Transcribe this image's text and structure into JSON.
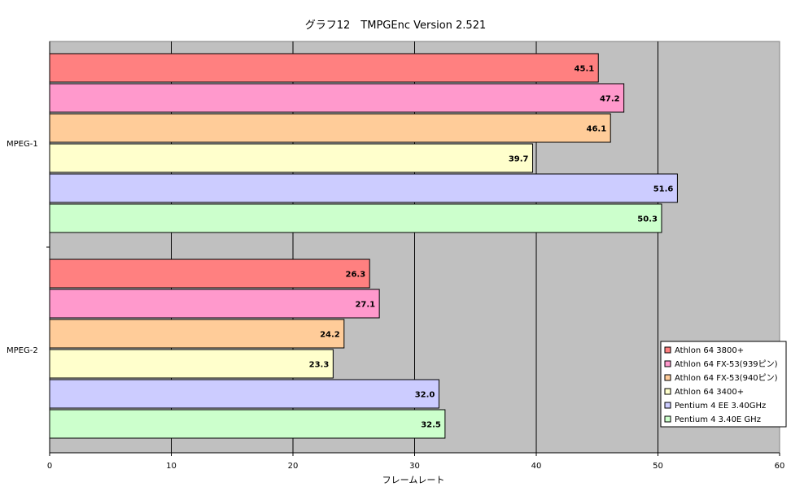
{
  "chart_data": {
    "type": "bar",
    "orientation": "horizontal",
    "title": "グラフ12　TMPGEnc Version 2.521",
    "xlabel": "フレームレート",
    "ylabel": "",
    "xlim": [
      0,
      60
    ],
    "xticks": [
      0,
      10,
      20,
      30,
      40,
      50,
      60
    ],
    "grid": true,
    "legend_position": "right",
    "categories": [
      "MPEG-1",
      "MPEG-2"
    ],
    "series": [
      {
        "name": "Athlon 64 3800+",
        "color": "#ff8080",
        "values": [
          45.1,
          26.3
        ]
      },
      {
        "name": "Athlon 64 FX-53(939ピン)",
        "color": "#ff99cc",
        "values": [
          47.2,
          27.1
        ]
      },
      {
        "name": "Athlon 64 FX-53(940ピン)",
        "color": "#ffcc99",
        "values": [
          46.1,
          24.2
        ]
      },
      {
        "name": "Athlon 64 3400+",
        "color": "#ffffcc",
        "values": [
          39.7,
          23.3
        ]
      },
      {
        "name": "Pentium 4 EE 3.40GHz",
        "color": "#ccccff",
        "values": [
          51.6,
          32.0
        ]
      },
      {
        "name": "Pentium 4 3.40E GHz",
        "color": "#ccffcc",
        "values": [
          50.3,
          32.5
        ]
      }
    ],
    "value_labels": [
      [
        "45.1",
        "26.3"
      ],
      [
        "47.2",
        "27.1"
      ],
      [
        "46.1",
        "24.2"
      ],
      [
        "39.7",
        "23.3"
      ],
      [
        "51.6",
        "32.0"
      ],
      [
        "50.3",
        "32.5"
      ]
    ],
    "plot_background": "#c0c0c0"
  }
}
